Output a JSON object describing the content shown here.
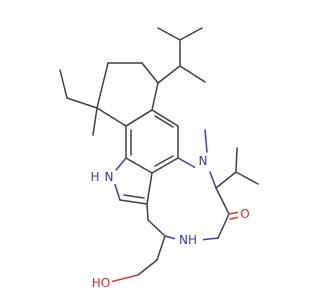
{
  "atom_labels": {
    "indole_nh": "N",
    "indole_h": "H",
    "amine_n": "N",
    "amide_nh": "NH",
    "carbonyl_o": "O",
    "hydroxyl": "HO"
  },
  "colors": {
    "bond": "#404040",
    "nitrogen": "#3434dc",
    "oxygen": "#dc2a2a",
    "background": "#ffffff"
  }
}
